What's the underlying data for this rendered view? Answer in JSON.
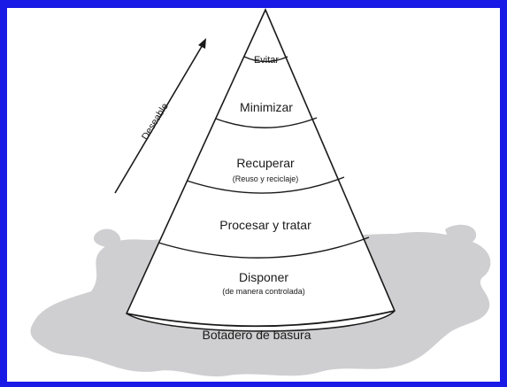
{
  "colors": {
    "border": "#1a1ae6",
    "background": "#ffffff",
    "puddle": "#cfcfd1",
    "cone_fill": "#ffffff",
    "line": "#1a1a1a"
  },
  "arrow_label": "Deseable",
  "levels": [
    {
      "title": "Evitar"
    },
    {
      "title": "Minimizar"
    },
    {
      "title": "Recuperar",
      "subtitle": "(Reuso y reciclaje)"
    },
    {
      "title": "Procesar y tratar"
    },
    {
      "title": "Disponer",
      "subtitle": "(de manera controlada)"
    }
  ],
  "base_label": "Botadero de basura"
}
